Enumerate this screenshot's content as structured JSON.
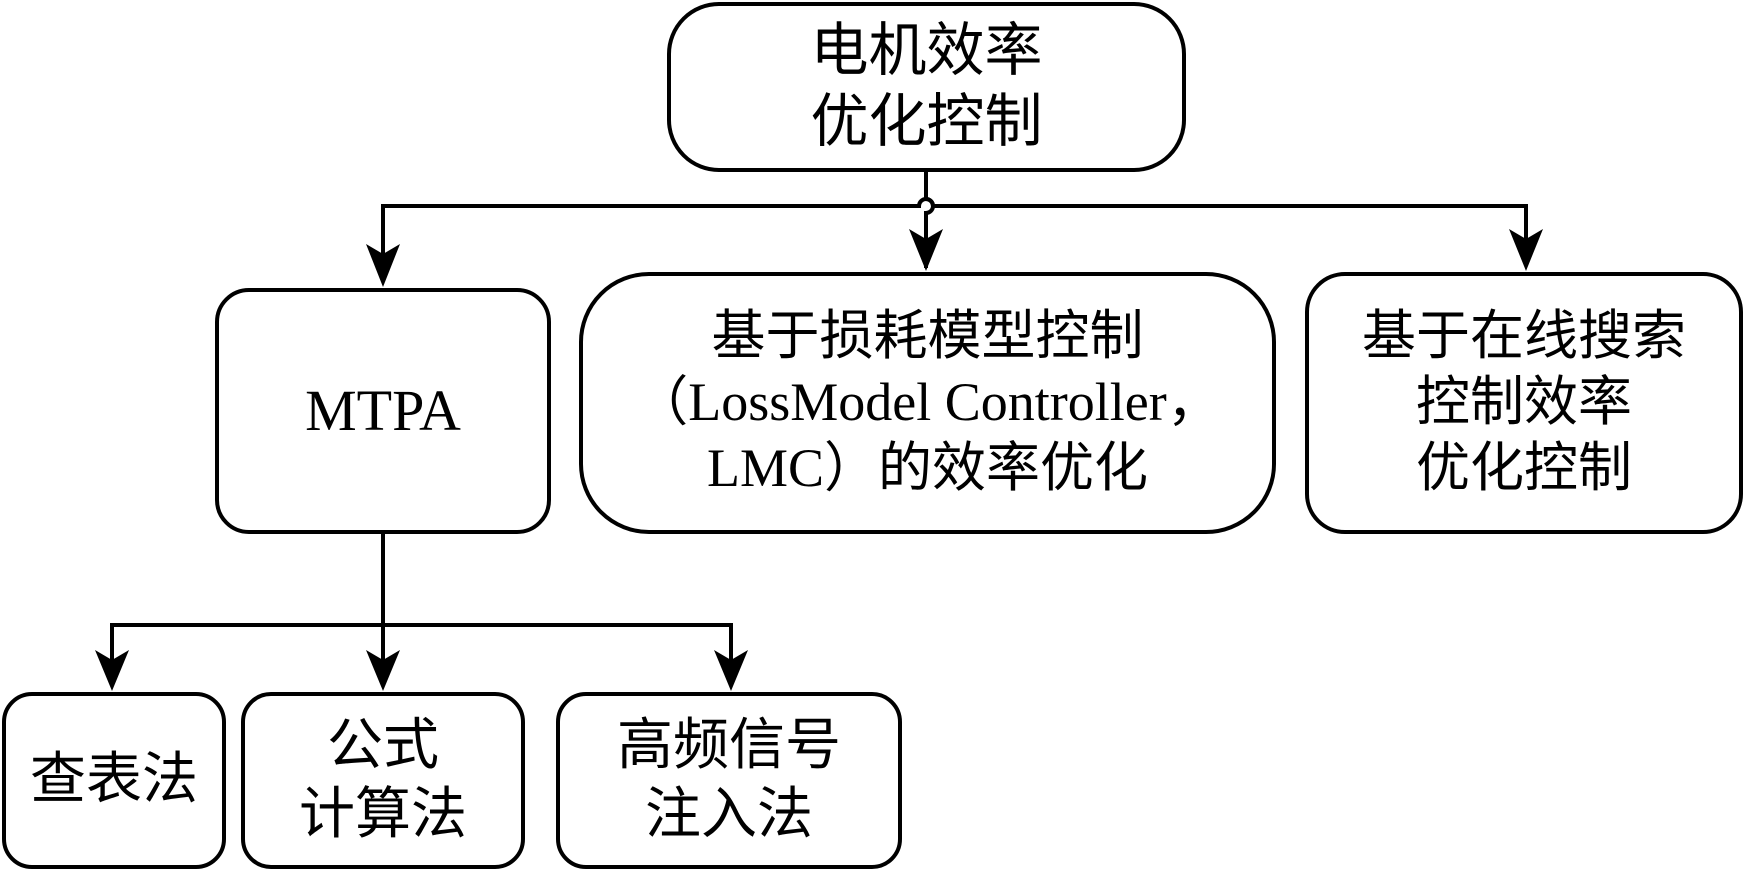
{
  "diagram": {
    "type": "tree",
    "root": {
      "id": "root",
      "lines": [
        "电机效率",
        "优化控制"
      ]
    },
    "level1": [
      {
        "id": "mtpa",
        "lines": [
          "MTPA"
        ]
      },
      {
        "id": "lmc",
        "lines": [
          "基于损耗模型控制",
          "（LossModel Controller，",
          "LMC）的效率优化"
        ]
      },
      {
        "id": "online",
        "lines": [
          "基于在线搜索",
          "控制效率",
          "优化控制"
        ]
      }
    ],
    "level2_under_mtpa": [
      {
        "id": "lookup",
        "lines": [
          "查表法"
        ]
      },
      {
        "id": "formula",
        "lines": [
          "公式",
          "计算法"
        ]
      },
      {
        "id": "hfi",
        "lines": [
          "高频信号",
          "注入法"
        ]
      }
    ],
    "edges": [
      [
        "root",
        "mtpa"
      ],
      [
        "root",
        "lmc"
      ],
      [
        "root",
        "online"
      ],
      [
        "mtpa",
        "lookup"
      ],
      [
        "mtpa",
        "formula"
      ],
      [
        "mtpa",
        "hfi"
      ]
    ],
    "line_color": "#000000",
    "background": "#ffffff"
  }
}
